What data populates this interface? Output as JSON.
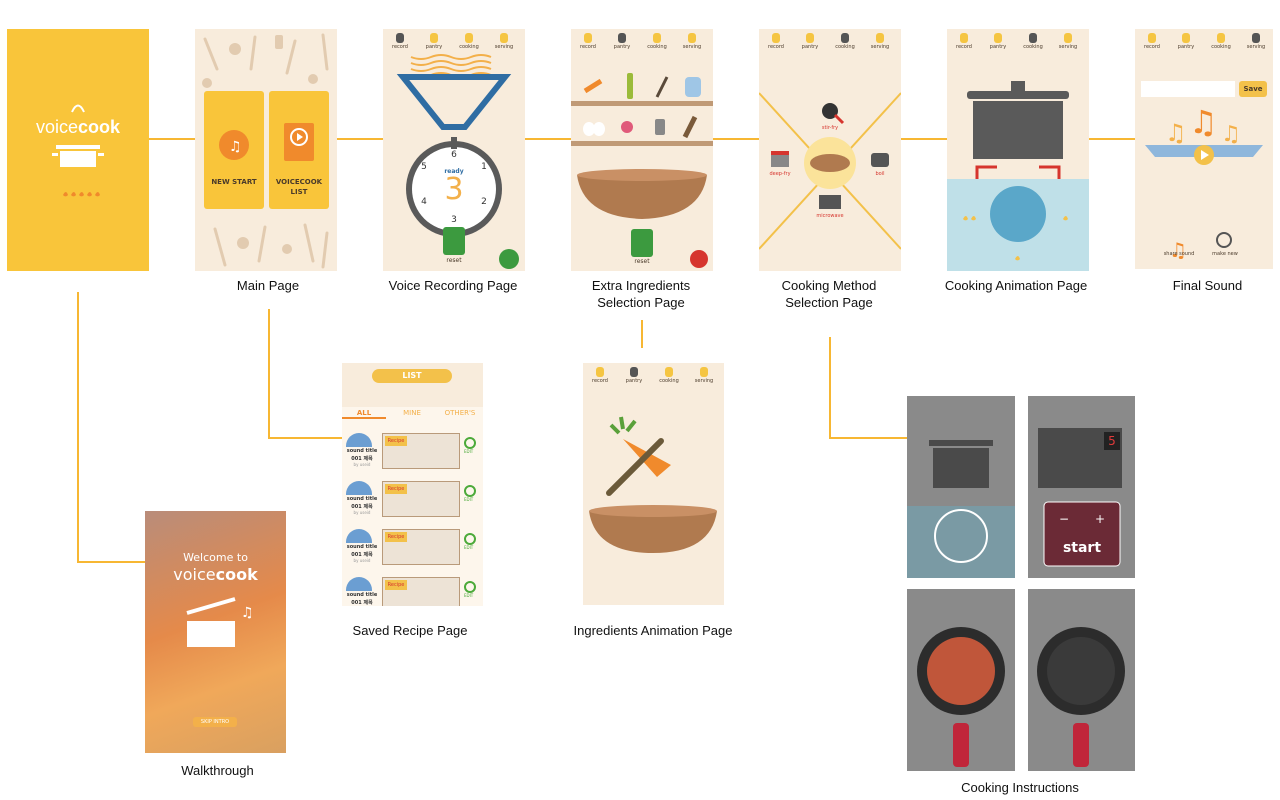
{
  "splash": {
    "logo_a": "voice",
    "logo_b": "cook"
  },
  "main_page": {
    "title": "Main Page",
    "new_start": "NEW START",
    "list_label": "VOICECOOK LIST"
  },
  "voice_recording": {
    "title": "Voice Recording Page",
    "ready": "ready",
    "count": "3",
    "dial": [
      "6",
      "1",
      "2",
      "3",
      "4",
      "5"
    ],
    "reset": "reset"
  },
  "extra_ingredients": {
    "title_l1": "Extra Ingredients",
    "title_l2": "Selection Page",
    "reset": "reset"
  },
  "cooking_method": {
    "title_l1": "Cooking Method",
    "title_l2": "Selection Page",
    "methods": [
      "stir-fry",
      "deep-fry",
      "boil",
      "microwave"
    ]
  },
  "cooking_animation": {
    "title": "Cooking Animation Page"
  },
  "final_sound": {
    "title": "Final Sound",
    "save": "Save",
    "share": "share sound",
    "make_new": "make new"
  },
  "saved_recipe": {
    "title": "Saved Recipe Page",
    "header": "LIST",
    "tabs": [
      "ALL",
      "MINE",
      "OTHER'S"
    ],
    "row_title": "sound title",
    "row_sub": "001 제목",
    "row_user": "by useid",
    "recipe": "Recipe",
    "edit": "EDIT"
  },
  "ingredients_animation": {
    "title": "Ingredients Animation Page"
  },
  "walkthrough": {
    "title": "Walkthrough",
    "welcome": "Welcome to",
    "logo_a": "voice",
    "logo_b": "cook",
    "skip": "SKIP INTRO"
  },
  "cooking_instructions": {
    "title": "Cooking Instructions",
    "start": "start",
    "minus": "−",
    "plus": "+",
    "timer": "5"
  },
  "progress_steps": [
    "record",
    "pantry",
    "cooking",
    "serving"
  ],
  "colors": {
    "accent": "#f7b733",
    "cream": "#f8ecdc",
    "dark": "#5a5a5a",
    "brown": "#b07a4f"
  }
}
